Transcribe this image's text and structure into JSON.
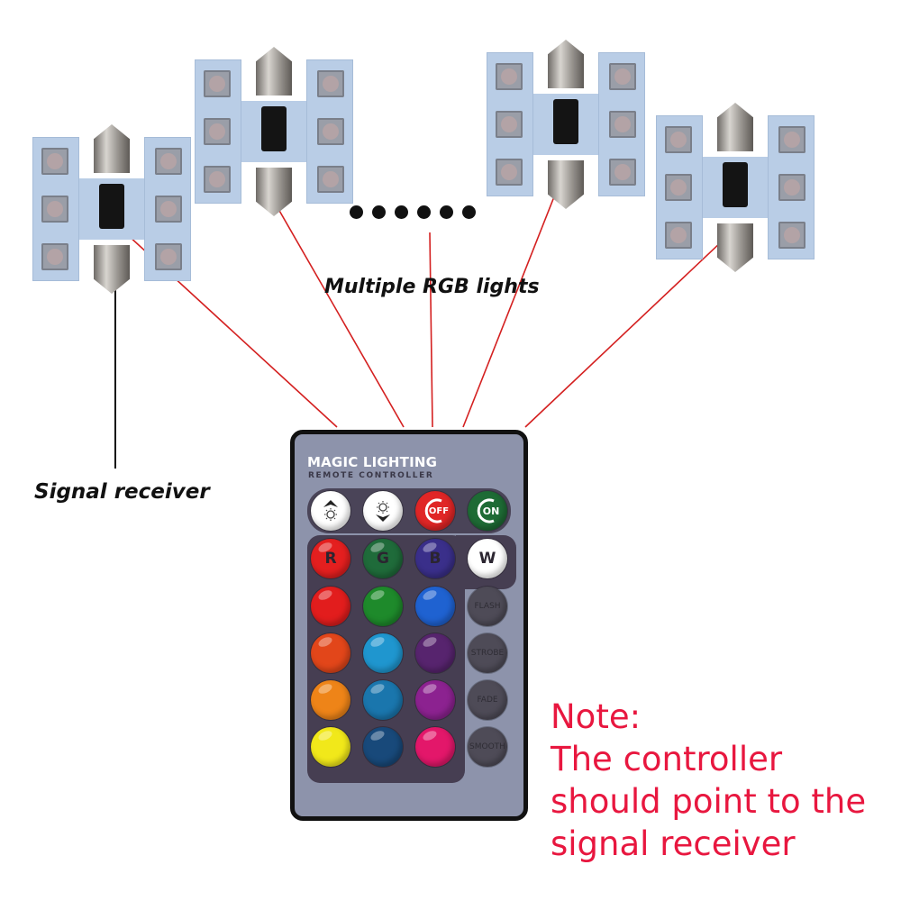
{
  "diagram": {
    "title": "Multiple RGB lights controlled by one remote",
    "lights_label": "Multiple RGB lights",
    "receiver_label": "Signal receiver",
    "ellipsis_dot_count": 6,
    "light_count_shown": 4,
    "line_color": "#d42020",
    "receiver_line_color": "#111111"
  },
  "remote": {
    "brand": "MAGIC LIGHTING",
    "subtitle": "REMOTE CONTROLLER",
    "top_buttons": [
      {
        "name": "brightness-up",
        "label": "",
        "icon": "sun-up-icon",
        "color": "#ffffff"
      },
      {
        "name": "brightness-down",
        "label": "",
        "icon": "sun-down-icon",
        "color": "#ffffff"
      },
      {
        "name": "off",
        "label": "OFF",
        "icon": "power-off-icon",
        "color": "#e02626"
      },
      {
        "name": "on",
        "label": "ON",
        "icon": "power-on-icon",
        "color": "#1e6b35"
      }
    ],
    "rgbw_buttons": [
      {
        "label": "R",
        "color": "#e41f1f"
      },
      {
        "label": "G",
        "color": "#1f6b3a"
      },
      {
        "label": "B",
        "color": "#3a2f8a"
      },
      {
        "label": "W",
        "color": "#ffffff"
      }
    ],
    "color_grid": [
      [
        "#e21d1d",
        "#1e8a2b",
        "#1f62d1"
      ],
      [
        "#e2461a",
        "#1f96cf",
        "#57246e"
      ],
      [
        "#ee8418",
        "#1a76ad",
        "#8c2290"
      ],
      [
        "#f1e81a",
        "#18497a",
        "#e3176a"
      ]
    ],
    "mode_buttons": [
      "FLASH",
      "STROBE",
      "FADE",
      "SMOOTH"
    ]
  },
  "note": {
    "lines": [
      "Note:",
      "The controller",
      "should point to the",
      "signal receiver"
    ],
    "color": "#e8173f"
  }
}
